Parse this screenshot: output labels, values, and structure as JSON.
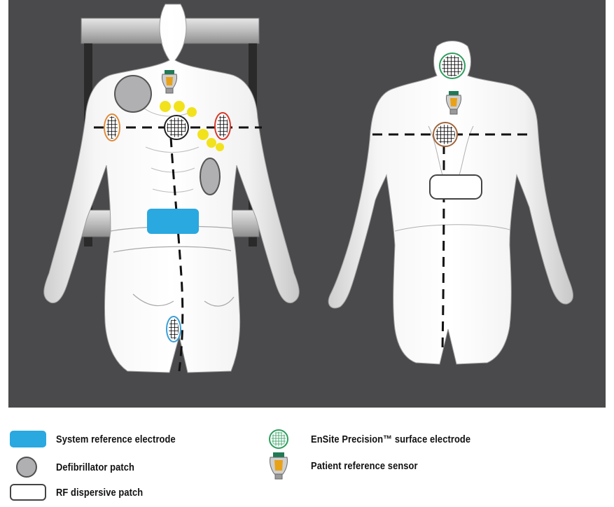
{
  "colors": {
    "background": "#4a4a4c",
    "system_reference": "#2aa8e0",
    "defibrillator": "#b0b0b2",
    "yellow_dots": "#f2e21c",
    "ensite_green": "#2e9e5e",
    "sensor_orange": "#e8a21a",
    "electrode_orange": "#e08a3a",
    "electrode_red": "#d8382a",
    "electrode_black": "#222222",
    "electrode_brown": "#a0643a",
    "electrode_blue": "#3aa0d8"
  },
  "legend": {
    "system_reference": {
      "label": "System  reference electrode",
      "icon": "blue-rounded-rect-icon"
    },
    "defibrillator": {
      "label": "Defibrillator patch",
      "icon": "gray-circle-icon"
    },
    "rf_dispersive": {
      "label": "RF dispersive patch",
      "icon": "white-rounded-rect-icon"
    },
    "ensite": {
      "label": "EnSite Precision™ surface electrode",
      "icon": "green-electrode-icon"
    },
    "patient_reference": {
      "label": "Patient  reference sensor",
      "icon": "bulb-sensor-icon"
    }
  }
}
